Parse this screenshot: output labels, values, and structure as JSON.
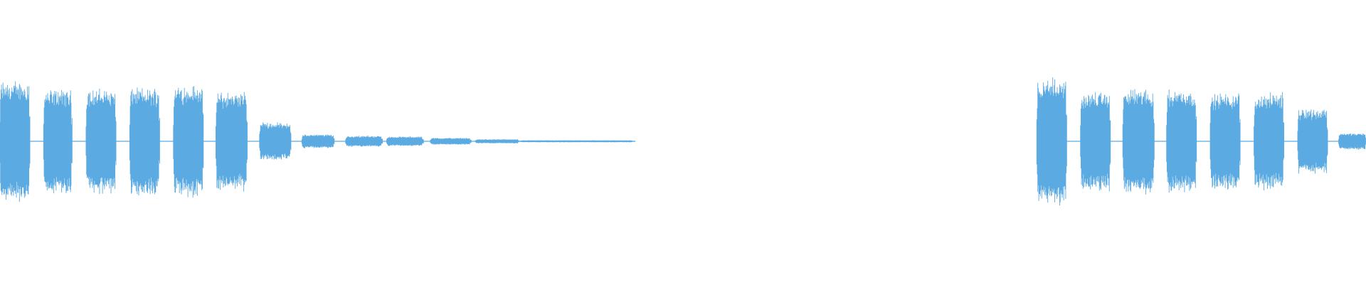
{
  "waveform": {
    "color": "#5BAAE2",
    "background": "#FFFFFF",
    "duration_fraction_visible": 1.0,
    "segments": [
      {
        "start": 0.0,
        "end": 0.022,
        "peak": 0.88
      },
      {
        "start": 0.032,
        "end": 0.053,
        "peak": 0.76
      },
      {
        "start": 0.063,
        "end": 0.085,
        "peak": 0.76
      },
      {
        "start": 0.095,
        "end": 0.117,
        "peak": 0.78
      },
      {
        "start": 0.127,
        "end": 0.149,
        "peak": 0.82
      },
      {
        "start": 0.158,
        "end": 0.181,
        "peak": 0.72
      },
      {
        "start": 0.19,
        "end": 0.213,
        "peak": 0.28
      },
      {
        "start": 0.221,
        "end": 0.245,
        "peak": 0.1
      },
      {
        "start": 0.253,
        "end": 0.28,
        "peak": 0.08
      },
      {
        "start": 0.283,
        "end": 0.31,
        "peak": 0.07
      },
      {
        "start": 0.315,
        "end": 0.345,
        "peak": 0.05
      },
      {
        "start": 0.348,
        "end": 0.38,
        "peak": 0.03
      },
      {
        "start": 0.38,
        "end": 0.465,
        "peak": 0.015
      },
      {
        "start": 0.759,
        "end": 0.781,
        "peak": 0.92
      },
      {
        "start": 0.791,
        "end": 0.813,
        "peak": 0.72
      },
      {
        "start": 0.822,
        "end": 0.845,
        "peak": 0.76
      },
      {
        "start": 0.854,
        "end": 0.876,
        "peak": 0.76
      },
      {
        "start": 0.886,
        "end": 0.908,
        "peak": 0.7
      },
      {
        "start": 0.918,
        "end": 0.94,
        "peak": 0.7
      },
      {
        "start": 0.95,
        "end": 0.972,
        "peak": 0.48
      },
      {
        "start": 0.98,
        "end": 1.0,
        "peak": 0.12
      }
    ],
    "baseline_ranges": [
      {
        "start": 0.0,
        "end": 0.465
      },
      {
        "start": 0.759,
        "end": 1.0
      }
    ]
  }
}
